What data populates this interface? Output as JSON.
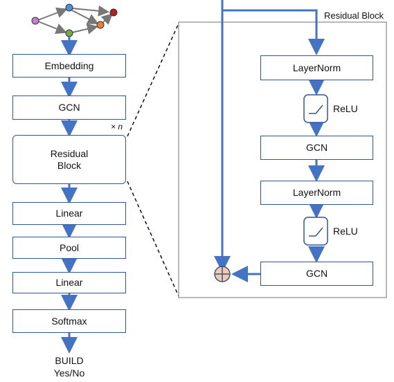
{
  "left_column": {
    "embedding": "Embedding",
    "gcn": "GCN",
    "repeat_label": "× n",
    "residual_block": "Residual\nBlock",
    "linear_1": "Linear",
    "pool": "Pool",
    "linear_2": "Linear",
    "softmax": "Softmax",
    "output": "BUILD\nYes/No"
  },
  "residual_panel": {
    "title": "Residual Block",
    "layernorm_1": "LayerNorm",
    "relu_1": "ReLU",
    "gcn_1": "GCN",
    "layernorm_2": "LayerNorm",
    "relu_2": "ReLU",
    "gcn_2": "GCN"
  },
  "colors": {
    "arrow": "#4472c4",
    "box_border": "#2e5597",
    "graph_node_purple": "#c77dd6",
    "graph_node_blue": "#4a90e2",
    "graph_node_green": "#70ad47",
    "graph_node_orange": "#ed7d31",
    "graph_node_red": "#b02020",
    "sum_node": "#f8c9a3"
  }
}
